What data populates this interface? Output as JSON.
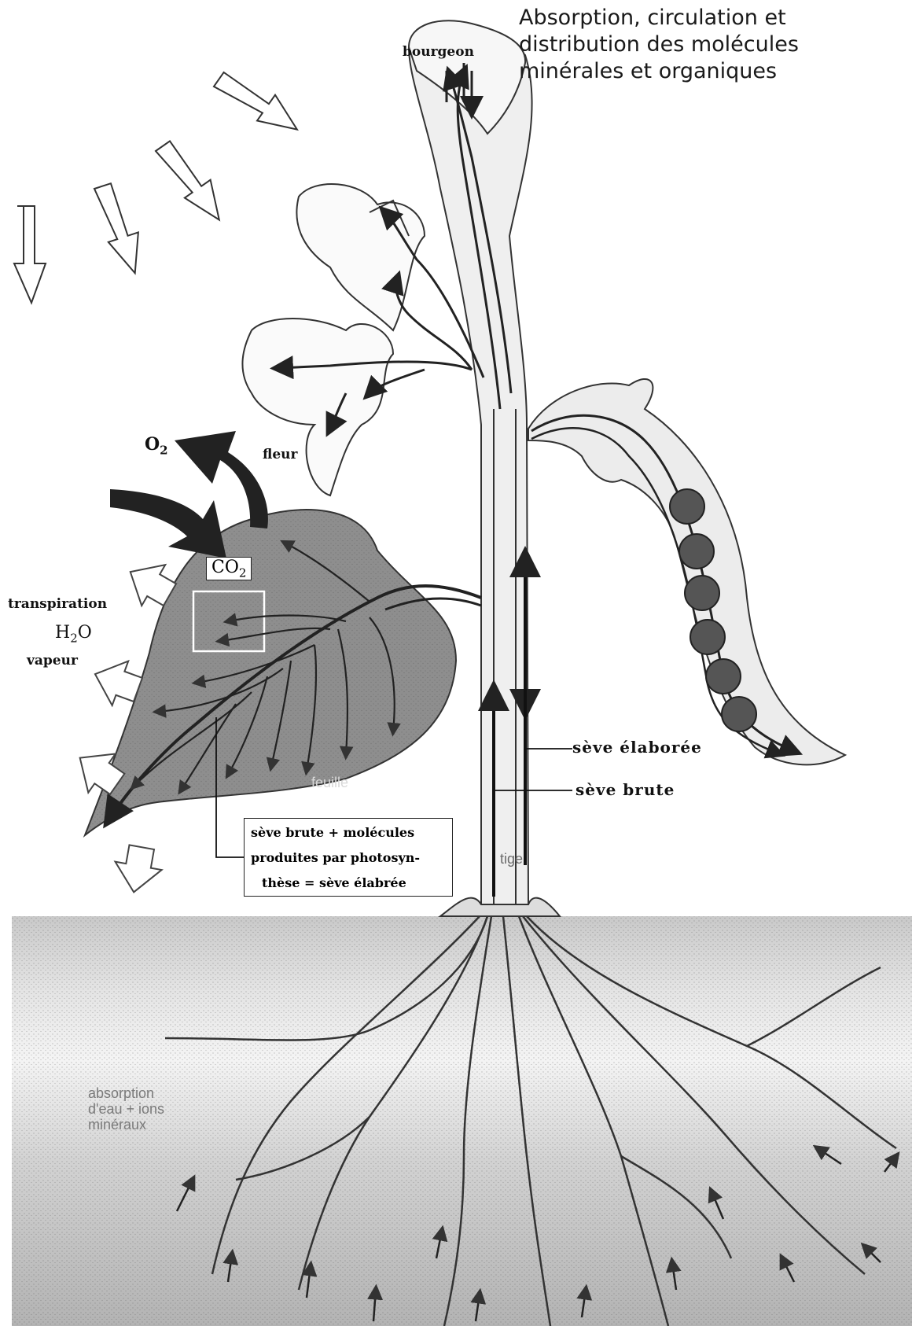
{
  "title": "Absorption, circulation et\ndistribution des molécules\nminérales et organiques",
  "labels": {
    "bourgeon": "bourgeon",
    "fleur": "fleur",
    "o2_main": "O",
    "o2_sub": "2",
    "co2_main": "CO",
    "co2_sub": "2",
    "transpiration": "transpiration",
    "h2o_h": "H",
    "h2o_sub": "2",
    "h2o_o": "O",
    "vapeur": "vapeur",
    "feuille": "feuille",
    "tige": "tige",
    "seve_elaboree": "sève élaborée",
    "seve_brute": "sève brute",
    "box_line1": "sève brute + molécules",
    "box_line2": "produites par photosyn-",
    "box_line3": "thèse = sève élabrée",
    "absorption_line1": "absorption",
    "absorption_line2": "d'eau + ions",
    "absorption_line3": "minéraux"
  },
  "colors": {
    "ink": "#222222",
    "leaf_fill": "#9a9a9a",
    "soil_fill": "#bdbdbd",
    "stem_fill": "#e6e6e6",
    "seed_fill": "#5a5a5a"
  }
}
